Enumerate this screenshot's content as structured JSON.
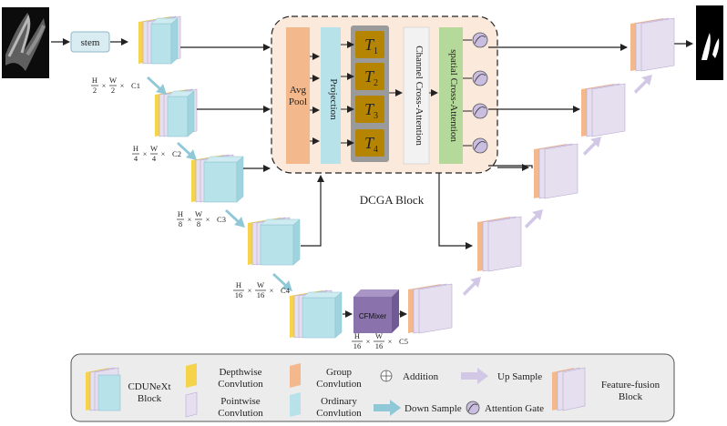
{
  "diagram": {
    "block_title": "DCGA Block",
    "stem": "stem",
    "avg_pool": [
      "Avg",
      "Pool"
    ],
    "projection": "Projection",
    "t_labels": [
      {
        "base": "T",
        "sub": "1"
      },
      {
        "base": "T",
        "sub": "2"
      },
      {
        "base": "T",
        "sub": "3"
      },
      {
        "base": "T",
        "sub": "4"
      }
    ],
    "channel_attention": "Channel Cross-Attention",
    "spatial_attention": "spatial Cross-Attention",
    "cfmixer": "CFMixer",
    "dims": [
      {
        "h": "H",
        "hd": "2",
        "w": "W",
        "wd": "2",
        "c": "C1"
      },
      {
        "h": "H",
        "hd": "4",
        "w": "W",
        "wd": "4",
        "c": "C2"
      },
      {
        "h": "H",
        "hd": "8",
        "w": "W",
        "wd": "8",
        "c": "C3"
      },
      {
        "h": "H",
        "hd": "16",
        "w": "W",
        "wd": "16",
        "c": "C4"
      },
      {
        "h": "H",
        "hd": "16",
        "w": "W",
        "wd": "16",
        "c": "C5"
      }
    ],
    "times": "×"
  },
  "legend": {
    "cdunext": [
      "CDUNeXt",
      "Block"
    ],
    "depthwise": [
      "Depthwise",
      "Convlution"
    ],
    "pointwise": [
      "Pointwise",
      "Convlution"
    ],
    "group": [
      "Group",
      "Convlution"
    ],
    "ordinary": [
      "Ordinary",
      "Convlution"
    ],
    "addition": "Addition",
    "down_sample": "Down Sample",
    "up_sample": "Up Sample",
    "attention_gate": "Attention Gate",
    "feature_fusion": [
      "Feature-fusion",
      "Block"
    ]
  },
  "colors": {
    "depthwise": "#f5d34b",
    "pointwise": "#e6dff0",
    "group": "#f3b98d",
    "ordinary": "#b7e2ea",
    "cfmixer": "#8a72ad",
    "down_arrow": "#8fc8d6",
    "up_arrow": "#d2c8e6",
    "dcga_bg": "#fbe9dc",
    "t_fill": "#b58400"
  }
}
